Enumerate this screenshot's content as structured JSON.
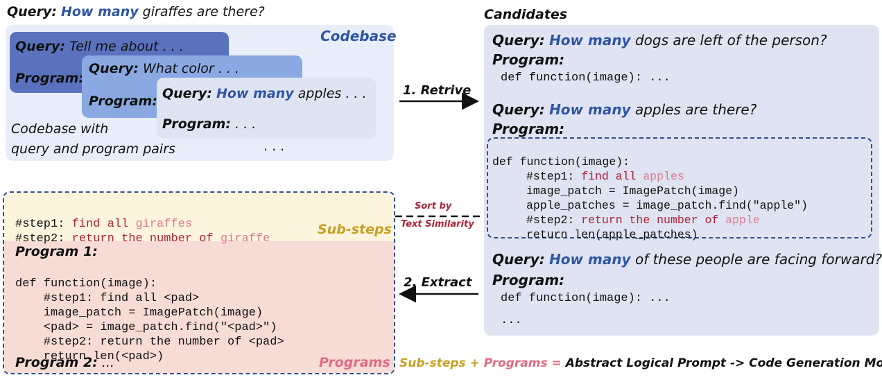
{
  "top_query": {
    "prefix": "Query:",
    "highlight": "How many",
    "rest": " giraffes are there?"
  },
  "codebase": {
    "title": "Codebase",
    "card1": {
      "query_label": "Query:",
      "query_text": " Tell me about . . .",
      "program_label": "Program:"
    },
    "card2": {
      "query_label": "Query:",
      "query_text": " What color . . .",
      "program_label": "Program:"
    },
    "card3": {
      "query_label": "Query:",
      "highlight": "How many",
      "query_text": " apples . . .",
      "program_label": "Program:",
      "program_text": " . . ."
    },
    "caption_line1": "Codebase with",
    "caption_line2": "query and program pairs",
    "ellipsis": ". . ."
  },
  "retrieve_label": "1. Retrive",
  "extract_label": "2. Extract",
  "sort_label_line1": "Sort by",
  "sort_label_line2": "Text Similarity",
  "candidates": {
    "title": "Candidates",
    "c1": {
      "query_label": "Query:",
      "highlight": "How many",
      "query_text": " dogs are left of the person?",
      "program_label": "Program:",
      "code": "def function(image): ..."
    },
    "c2": {
      "query_label": "Query:",
      "highlight": "How many",
      "query_text": " apples are there?",
      "program_label": "Program:",
      "code_def": "def function(image):",
      "step1_hash": "#step1: ",
      "step1_text": "find all ",
      "step1_obj": "apples",
      "line3": "image_patch = ImagePatch(image)",
      "line4": "apple_patches = image_patch.find(\"apple\")",
      "step2_hash": "#step2: ",
      "step2_text": "return the number of ",
      "step2_obj": "apple",
      "line6": "return len(apple_patches)"
    },
    "c3": {
      "query_label": "Query:",
      "highlight": "How many",
      "query_text": " of these people are facing forward?",
      "program_label": "Program:",
      "code": "def function(image): ...",
      "ellipsis": "..."
    }
  },
  "substeps": {
    "step1_hash": "#step1: ",
    "step1_text": "find all ",
    "step1_obj": "giraffes",
    "step2_hash": "#step2: ",
    "step2_text": "return the number of ",
    "step2_obj": "giraffe",
    "label": "Sub-steps"
  },
  "programs": {
    "p1_label": "Program 1:",
    "lines": [
      "def function(image):",
      "    #step1: find all <pad>",
      "    image_patch = ImagePatch(image)",
      "    <pad> = image_patch.find(\"<pad>\")",
      "    #step2: return the number of <pad>",
      "    return len(<pad>)"
    ],
    "p2_label": "Program 2:",
    "p2_text": " ...",
    "label": "Programs"
  },
  "formula": {
    "part1": "Sub-steps",
    "plus": " + ",
    "part2": "Programs",
    "eq": " = ",
    "rest": "Abstract Logical Prompt -> Code Generation Model"
  },
  "colors": {
    "codebase_bg": "#e8eef9",
    "card1": "#5a72bd",
    "card2": "#8aa9e2",
    "card3": "#dfe4f3",
    "candidates_bg": "#dfe3f2",
    "substeps_bg": "#fcf4dd",
    "programs_bg": "#f6dcd4",
    "dash": "#35508a",
    "highlight": "#2f55a4"
  }
}
